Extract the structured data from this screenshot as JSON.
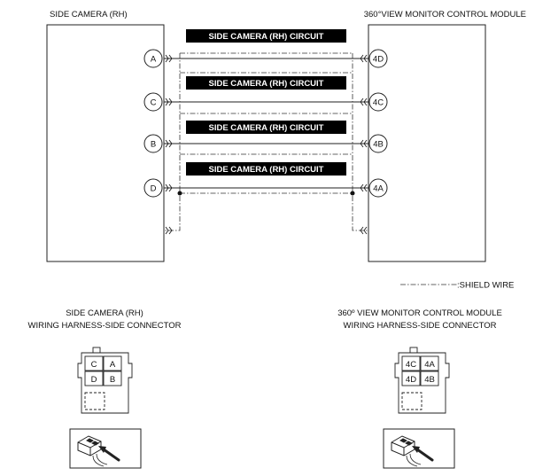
{
  "left_component": {
    "title": "SIDE CAMERA (RH)",
    "pins": [
      "A",
      "C",
      "B",
      "D"
    ]
  },
  "right_component": {
    "title": "360°VIEW MONITOR CONTROL MODULE",
    "pins": [
      "4D",
      "4C",
      "4B",
      "4A"
    ]
  },
  "circuits": [
    "SIDE CAMERA (RH) CIRCUIT",
    "SIDE CAMERA (RH) CIRCUIT",
    "SIDE CAMERA (RH) CIRCUIT",
    "SIDE CAMERA (RH) CIRCUIT"
  ],
  "legend": {
    "shield_wire": ":SHIELD WIRE"
  },
  "left_connector": {
    "title_line1": "SIDE CAMERA (RH)",
    "title_line2": "WIRING HARNESS-SIDE CONNECTOR",
    "cells": [
      [
        "C",
        "A"
      ],
      [
        "D",
        "B"
      ]
    ]
  },
  "right_connector": {
    "title_line1": "360º VIEW MONITOR CONTROL MODULE",
    "title_line2": "WIRING HARNESS-SIDE CONNECTOR",
    "cells": [
      [
        "4C",
        "4A"
      ],
      [
        "4D",
        "4B"
      ]
    ]
  }
}
